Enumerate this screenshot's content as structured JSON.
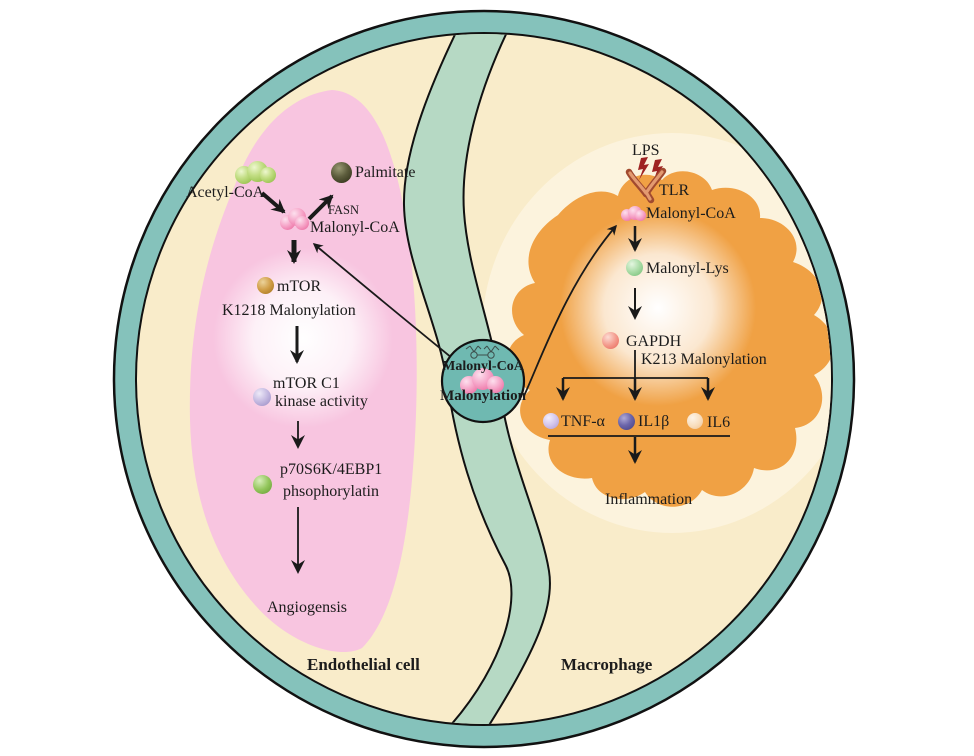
{
  "endothelial_cell": {
    "label": "Endothelial cell",
    "acetyl_coa": "Acetyl-CoA",
    "palmitate": "Palmitate",
    "fasn": "FASN",
    "malonyl_coa": "Malonyl-CoA",
    "mtor": "mTOR",
    "k1218_malonylation": "K1218 Malonylation",
    "mtor_c1": "mTOR C1",
    "kinase_activity": "kinase activity",
    "p70s6k_4ebp1": "p70S6K/4EBP1",
    "phosphorylation": "phsophorylatin",
    "angiogenesis": "Angiogensis"
  },
  "vessel": {
    "malonyl_coa": "Malonyl-CoA",
    "malonylation": "Malonylation"
  },
  "macrophage": {
    "label": "Macrophage",
    "lps": "LPS",
    "tlr": "TLR",
    "malonyl_coa": "Malonyl-CoA",
    "malonyl_lys": "Malonyl-Lys",
    "gapdh": "GAPDH",
    "k213_malonylation": "K213 Malonylation",
    "tnf_alpha": "TNF-α",
    "il1_beta": "IL1β",
    "il6": "IL6",
    "inflammation": "Inflammation"
  },
  "colors": {
    "outer_ring": "#85c2bb",
    "cell_fill": "#f9ecca",
    "vessel_band": "#b6d9c4",
    "vessel_circle": "#6fb9b1",
    "endothelial_fill": "#f8c5e0",
    "macrophage_fill": "#f0a144",
    "macrophage_halo": "#fcf3dd",
    "arrow": "#1a1a1a",
    "lps_bolt": "#9e2222",
    "tlr_receptor": "#e39a70"
  }
}
